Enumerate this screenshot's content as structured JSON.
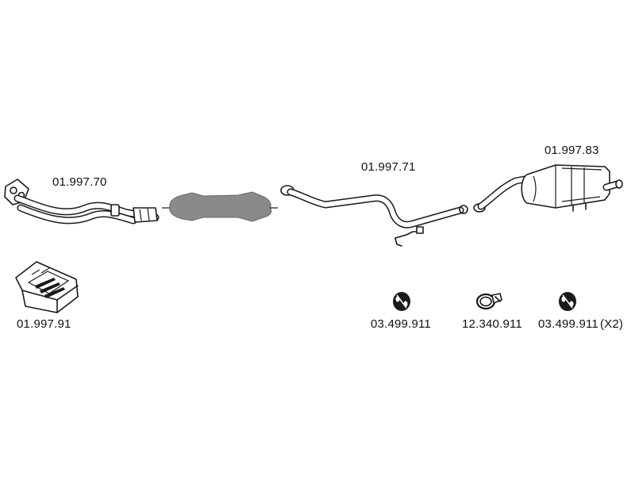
{
  "parts": {
    "front_pipe": {
      "number": "01.997.70"
    },
    "catalyst": {
      "number": ""
    },
    "middle_pipe": {
      "number": "01.997.71"
    },
    "rear_silencer": {
      "number": "01.997.83"
    },
    "fitting_kit": {
      "number": "01.997.91"
    },
    "rubber_hanger": {
      "number": "03.499.911"
    },
    "clamp": {
      "number": "12.340.911"
    },
    "rubber_hanger_pair": {
      "number": "03.499.911",
      "quantity": "(X2)"
    }
  },
  "colors": {
    "line": "#1a1a1a",
    "catalyst_fill": "#8a8a8a",
    "background": "#ffffff"
  }
}
